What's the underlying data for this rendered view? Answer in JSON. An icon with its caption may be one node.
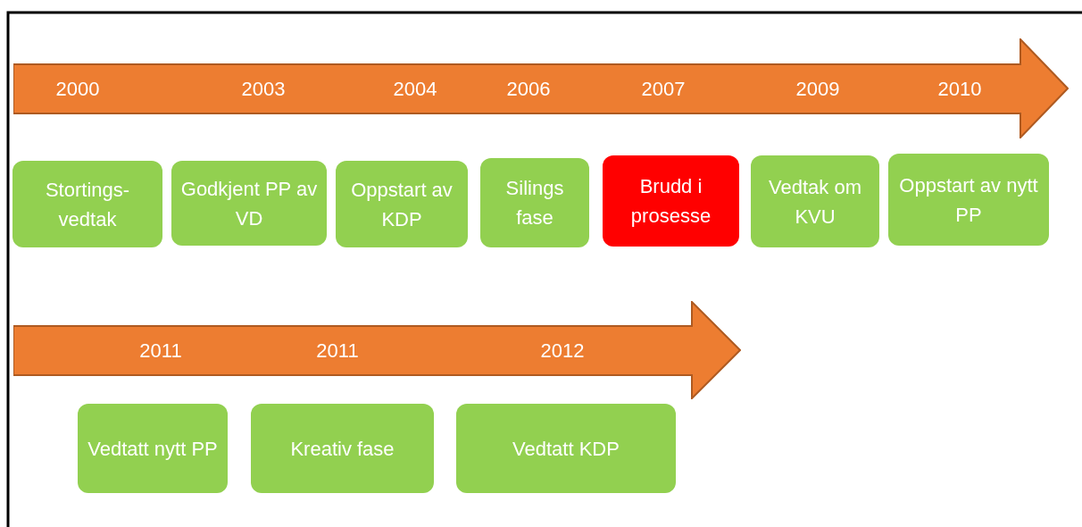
{
  "diagram": {
    "nodes": [
      {
        "text": [
          "2000",
          "2003",
          "2004",
          "2006",
          "2007",
          "2009",
          "2010"
        ]
      },
      {
        "text": [
          "Stortings- vedtak"
        ]
      },
      {
        "text": [
          "Godkjent PP av VD"
        ]
      },
      {
        "text": [
          "Oppstart av KDP"
        ]
      },
      {
        "text": [
          "Silings fase"
        ]
      },
      {
        "text": [
          "Brudd i prosesse"
        ]
      },
      {
        "text": [
          "Vedtak om KVU"
        ]
      },
      {
        "text": [
          "Oppstart av nytt PP"
        ]
      },
      {
        "text": [
          "2011",
          "2011",
          "2012"
        ]
      },
      {
        "text": [
          "Vedtatt nytt PP"
        ]
      },
      {
        "text": [
          "Kreativ fase"
        ]
      },
      {
        "text": [
          "Vedtatt KDP"
        ]
      }
    ],
    "edges": []
  }
}
